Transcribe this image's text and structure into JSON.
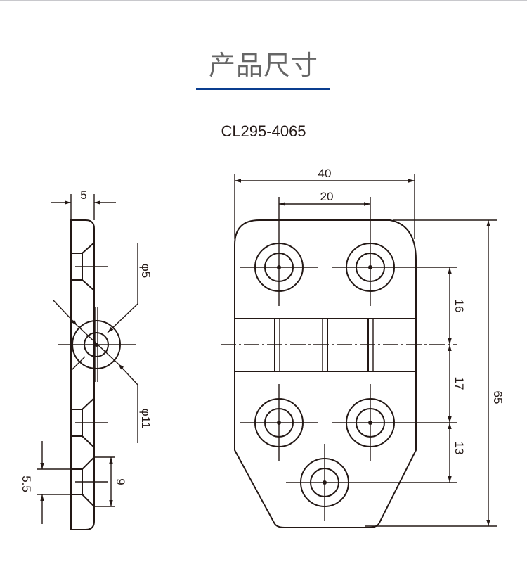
{
  "title": "产品尺寸",
  "model": "CL295-4065",
  "colors": {
    "accent": "#0a3d8f",
    "line": "#231815",
    "title": "#666666"
  },
  "side_view": {
    "thickness": "5",
    "hole_diameter": "φ5",
    "countersink_diameter": "φ11",
    "hole_depth": "5.5",
    "countersink_height": "9"
  },
  "front_view": {
    "width": "40",
    "hole_spacing_x": "20",
    "spacing_1": "16",
    "spacing_2": "17",
    "spacing_3": "13",
    "height": "65"
  }
}
